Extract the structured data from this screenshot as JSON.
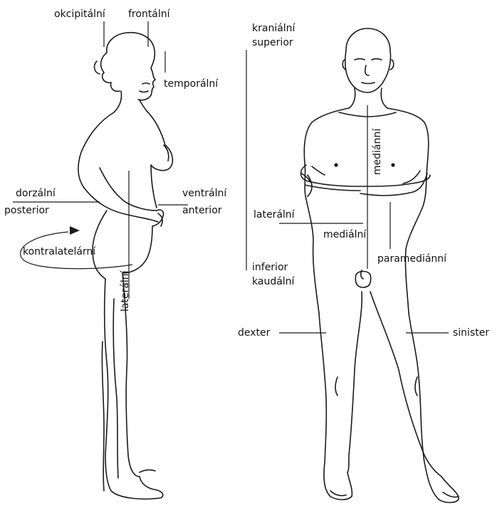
{
  "labels": {
    "okcipitalni": "okcipitální",
    "frontalni": "frontální",
    "temporalni": "temporální",
    "dorzalni": "dorzální",
    "posterior": "posterior",
    "ventralni": "ventrální",
    "anterior": "anterior",
    "kontralateralni": "kontralatelární",
    "lateralni_left": "laterální",
    "kranialni": "kraniální",
    "superior": "superior",
    "medianni": "mediánní",
    "lateralni_right": "laterální",
    "medialni": "mediální",
    "paramedianni": "paramediánní",
    "inferior": "inferior",
    "kaudalni": "kaudální",
    "dexter": "dexter",
    "sinister": "sinister"
  }
}
